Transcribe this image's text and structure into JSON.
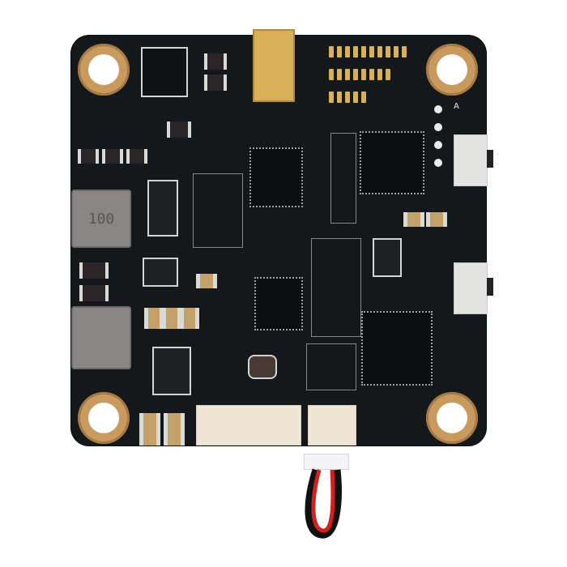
{
  "image": {
    "subject": "Flight controller / PDB circuit board product photo",
    "background_color": "#ffffff",
    "board_color": "#15181a",
    "silkscreen_color": "#d9dfe2",
    "pad_color": "#c99a5e"
  },
  "silkscreen": {
    "pad_label": "A",
    "inductor_top_marking": "100"
  },
  "components": {
    "mounting_holes": 4,
    "main_ics": 3,
    "inductors": 2,
    "side_switches": 2,
    "bottom_connectors": [
      "6-pin JST",
      "2-pin JST with red/black lead"
    ],
    "top_connector": "MMCX antenna connector"
  }
}
